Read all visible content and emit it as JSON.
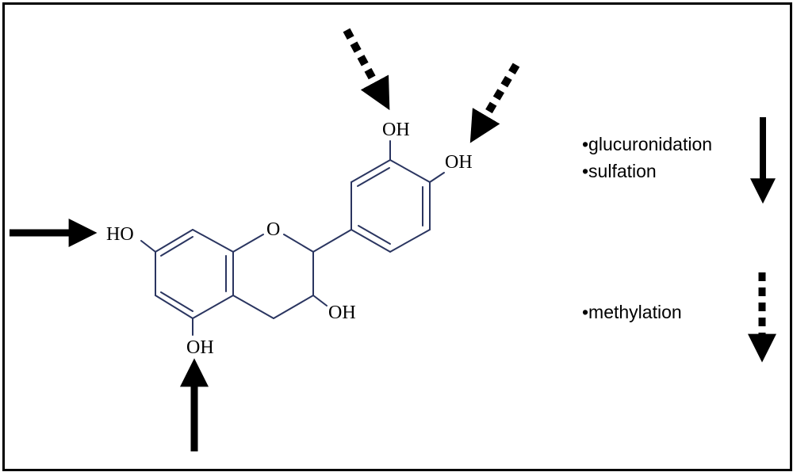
{
  "molecule": {
    "atoms": {
      "ho_7": "HO",
      "o_ring": "O",
      "oh_5": "OH",
      "oh_3": "OH",
      "oh_3prime": "OH",
      "oh_4prime": "OH"
    }
  },
  "legend": {
    "group1": [
      "•glucuronidation",
      "•sulfation"
    ],
    "group2": [
      "•methylation"
    ]
  },
  "colors": {
    "bond": "#2a3560",
    "arrow": "#000000",
    "border": "#000000"
  }
}
